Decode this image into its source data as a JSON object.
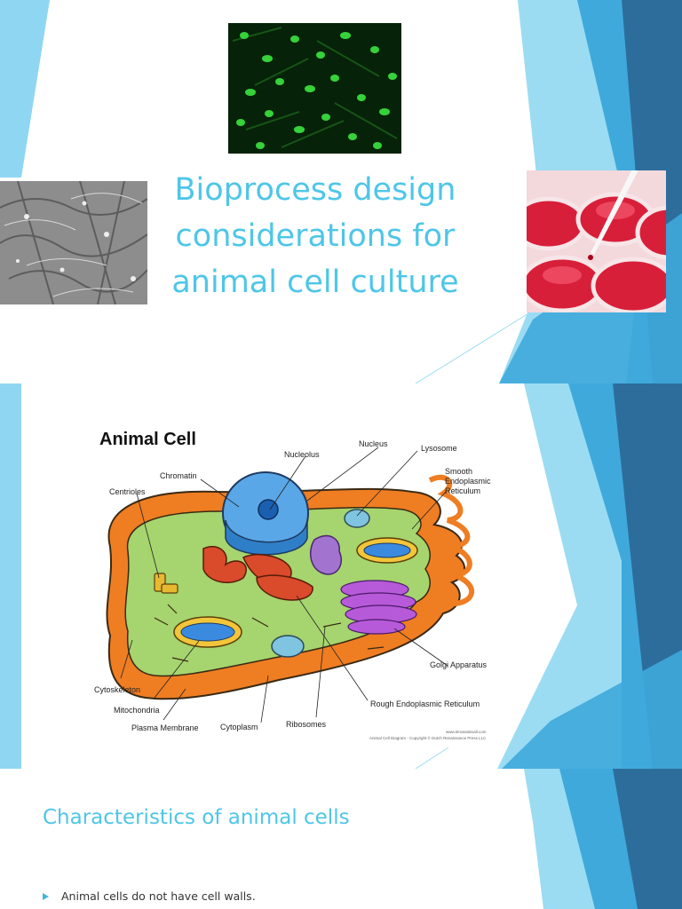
{
  "slide1": {
    "title": "Bioprocess design considerations for animal cell culture",
    "photos": [
      {
        "name": "fluorescent-cells-photo"
      },
      {
        "name": "phase-contrast-cells-photo"
      },
      {
        "name": "culture-plate-pipette-photo"
      }
    ]
  },
  "slide2": {
    "diagram": {
      "heading": "Animal Cell",
      "labels": {
        "nucleus": "Nucleus",
        "nucleolus": "Nucleolus",
        "lysosome": "Lysosome",
        "smooth_er": [
          "Smooth",
          "Endoplasmic",
          "Reticulum"
        ],
        "chromatin": "Chromatin",
        "centrioles": "Centrioles",
        "golgi": "Golgi Apparatus",
        "rough_er": "Rough Endoplasmic Reticulum",
        "cytoskeleton": "Cytoskeleton",
        "mitochondria": "Mitochondria",
        "plasma_membrane": "Plasma Membrane",
        "cytoplasm": "Cytoplasm",
        "ribosomes": "Ribosomes"
      },
      "credit_url": "www.timvandevall.com",
      "credit_line": "Animal Cell Diagram - Copyright © Dutch Renaissance Press LLC"
    }
  },
  "slide3": {
    "heading": "Characteristics of animal cells",
    "bullets": [
      "Animal cells do not have cell walls."
    ]
  },
  "colors": {
    "accent": "#4ec6e8",
    "deco_light": "#9bdcf2",
    "deco_mid": "#3fa9dc",
    "deco_dark": "#2d6d9c"
  }
}
